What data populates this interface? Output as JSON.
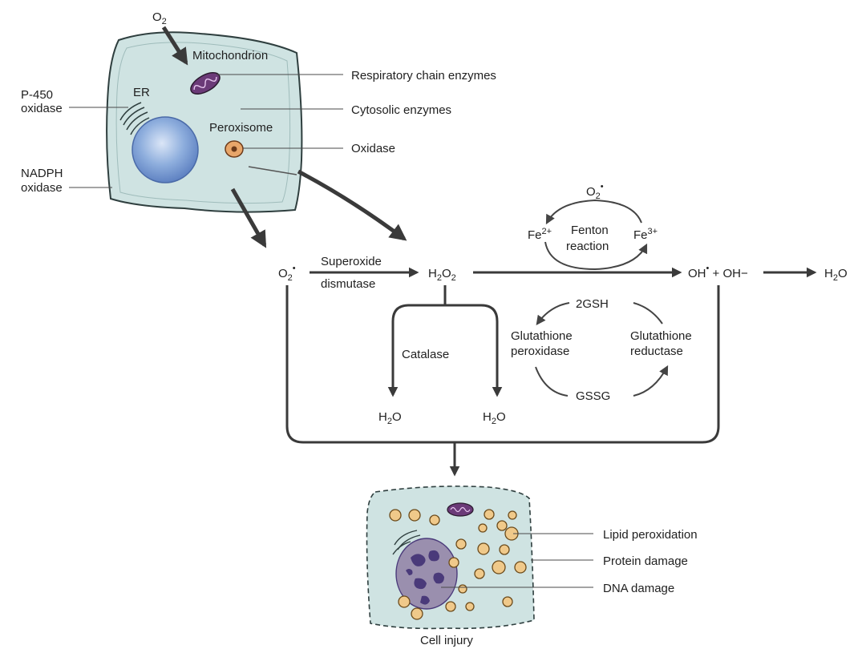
{
  "cell_labels": {
    "o2": "O",
    "o2_sub": "2",
    "mitochondrion": "Mitochondrion",
    "er": "ER",
    "peroxisome": "Peroxisome",
    "p450_line1": "P-450",
    "p450_line2": "oxidase",
    "nadph_line1": "NADPH",
    "nadph_line2": "oxidase"
  },
  "callouts": {
    "respiratory": "Respiratory chain enzymes",
    "cytosolic": "Cytosolic enzymes",
    "oxidase": "Oxidase"
  },
  "species": {
    "superoxide_base": "O",
    "superoxide_sub": "2",
    "superoxide_sup": "•",
    "h2o2_h": "H",
    "h2o2_sub1": "2",
    "h2o2_o": "O",
    "h2o2_sub2": "2",
    "oh_radical": "OH",
    "oh_radical_dot": "•",
    "oh_rest": " + OH−",
    "water_h": "H",
    "water_sub": "2",
    "water_o": "O"
  },
  "enzymes": {
    "sod_line1": "Superoxide",
    "sod_line2": "dismutase",
    "catalase": "Catalase"
  },
  "fenton": {
    "o2_base": "O",
    "o2_sub": "2",
    "o2_sup": "•",
    "fe2_base": "Fe",
    "fe2_sup": "2+",
    "fe3_base": "Fe",
    "fe3_sup": "3+",
    "label_line1": "Fenton",
    "label_line2": "reaction"
  },
  "glutathione": {
    "gsh": "2GSH",
    "gssg": "GSSG",
    "peroxidase_line1": "Glutathione",
    "peroxidase_line2": "peroxidase",
    "reductase_line1": "Glutathione",
    "reductase_line2": "reductase"
  },
  "injury": {
    "lipid": "Lipid peroxidation",
    "protein": "Protein damage",
    "dna": "DNA damage",
    "caption": "Cell injury"
  },
  "colors": {
    "cell_fill": "#cfe3e2",
    "cell_border": "#2f3f3f",
    "nucleus": "#7d9fd6",
    "mitochondrion": "#6b3a78",
    "peroxisome": "#e8a66a",
    "vesicle": "#f0c98a",
    "dna": "#4a3a7a"
  }
}
